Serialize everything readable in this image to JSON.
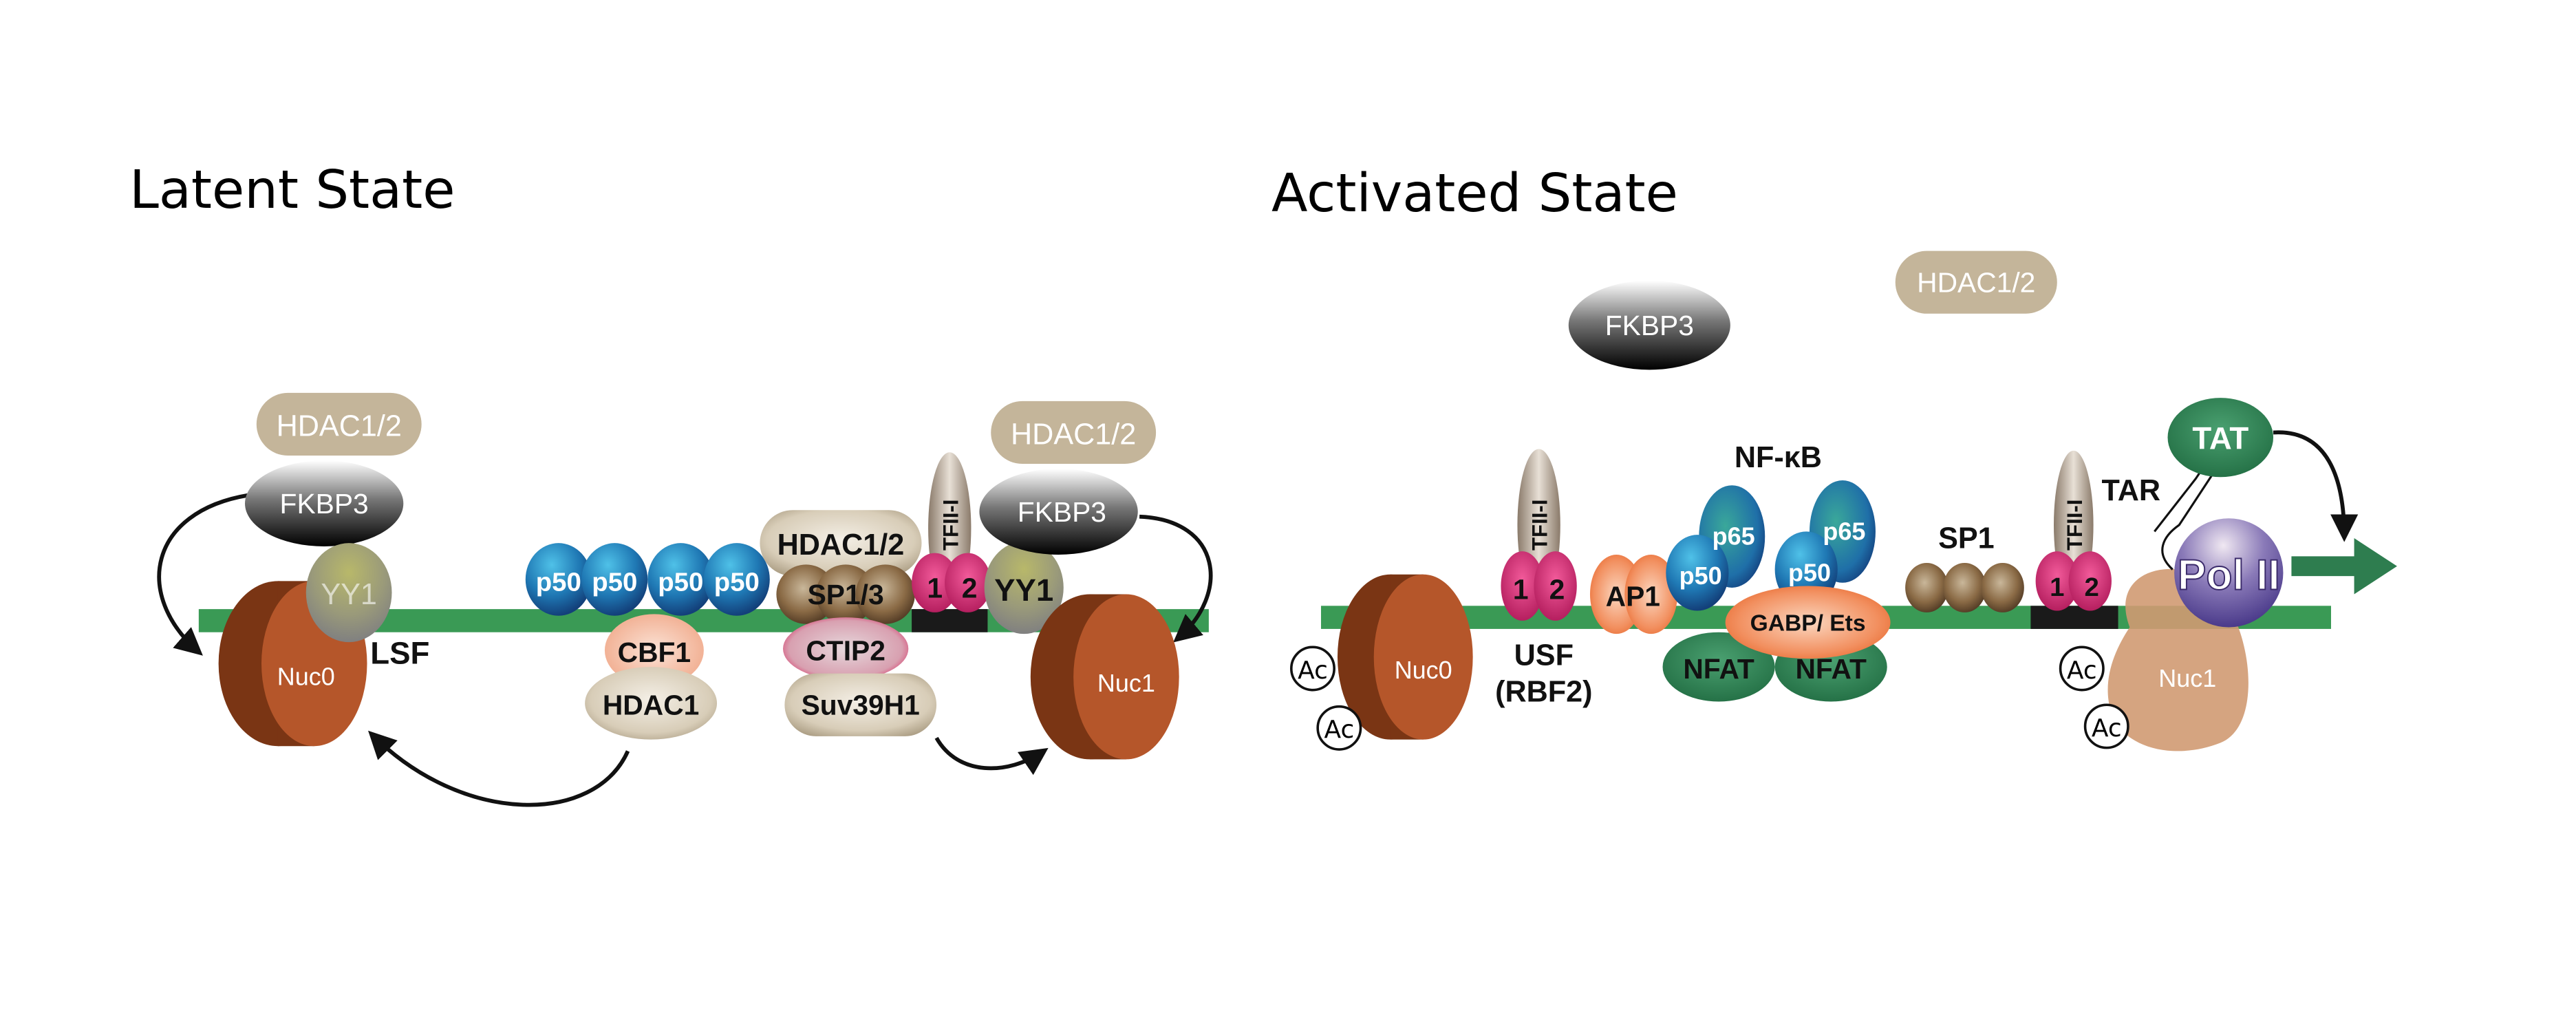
{
  "figure": {
    "latent": {
      "title": "Latent State",
      "proteins": {
        "hdac_top_left": "HDAC1/2",
        "fkbp3_left": "FKBP3",
        "yy1_left": "YY1",
        "lsf": "LSF",
        "nuc0": "Nuc0",
        "p50": [
          "p50",
          "p50",
          "p50",
          "p50"
        ],
        "cbf1": "CBF1",
        "hdac1": "HDAC1",
        "hdac_mid": "HDAC1/2",
        "sp13": "SP1/3",
        "ctip2": "CTIP2",
        "suv39h1": "Suv39H1",
        "tfii_i": "TFII-I",
        "usf_1": "1",
        "usf_2": "2",
        "yy1_right": "YY1",
        "hdac_top_right": "HDAC1/2",
        "fkbp3_right": "FKBP3",
        "nuc1": "Nuc1"
      }
    },
    "activated": {
      "title": "Activated State",
      "proteins": {
        "fkbp3_free": "FKBP3",
        "hdac_free": "HDAC1/2",
        "nuc0": "Nuc0",
        "ac": [
          "Ac",
          "Ac",
          "Ac",
          "Ac"
        ],
        "tfii_i_left": "TFII-I",
        "usf_1": "1",
        "usf_2": "2",
        "usf_label": "USF",
        "usf_sub": "(RBF2)",
        "ap1": "AP1",
        "nfkb": "NF-κB",
        "p65": [
          "p65",
          "p65"
        ],
        "p50": [
          "p50",
          "p50"
        ],
        "gabp": "GABP/ Ets",
        "nfat": [
          "NFAT",
          "NFAT"
        ],
        "sp1": "SP1",
        "tfii_i_right": "TFII-I",
        "tar": "TAR",
        "tat": "TAT",
        "pol2": "Pol II",
        "nuc1": "Nuc1"
      }
    },
    "colors": {
      "dna": "#3a9a55",
      "dna_core": "#1a1a1a",
      "nucleosome": "#b5562a",
      "nucleosome_dark": "#7a3514",
      "nucleosome_open": "#d09a72",
      "hdac": "#c4b59a",
      "usf": "#d6246e",
      "p50": "#1f78b4",
      "nfat": "#2e7d4f",
      "ap1": "#f08040",
      "pol2": "#7a6bb0",
      "tat": "#2d8a4a",
      "sp": "#8a6a45"
    }
  }
}
